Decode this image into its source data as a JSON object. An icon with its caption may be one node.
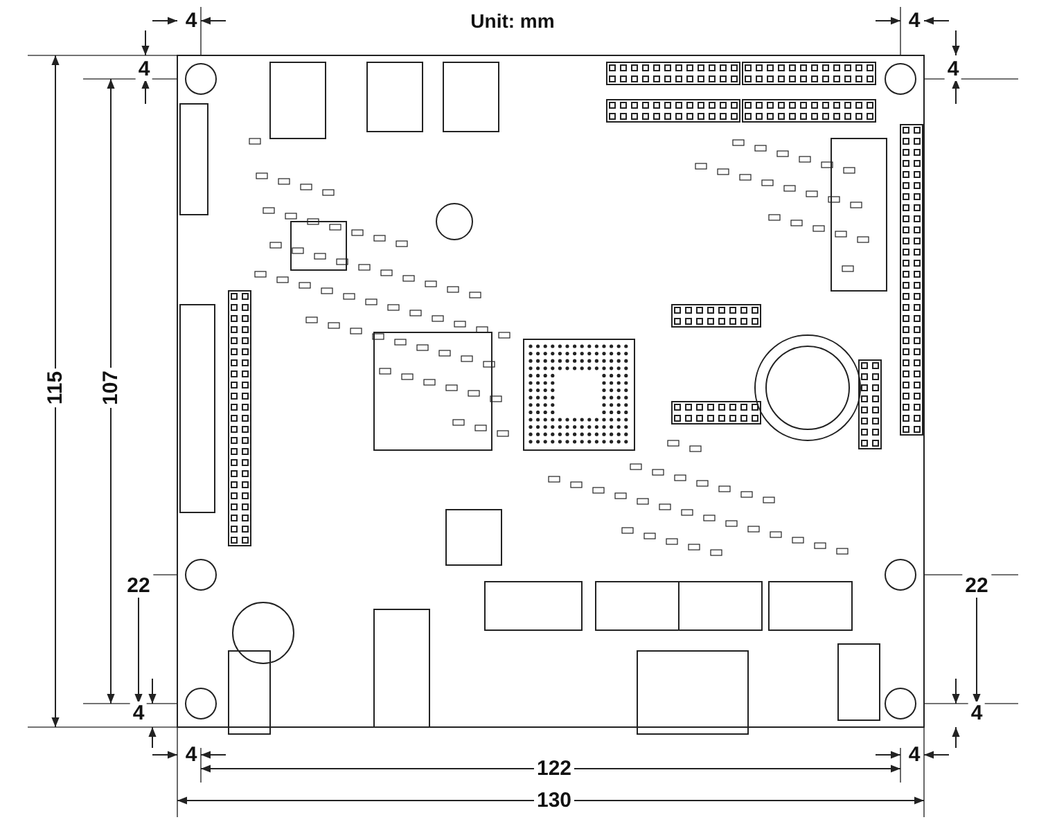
{
  "diagram": {
    "title": "Unit: mm",
    "labels": [
      "4",
      "4",
      "4",
      "4",
      "115",
      "107",
      "22",
      "22",
      "4",
      "4",
      "4",
      "4",
      "122",
      "130"
    ]
  }
}
